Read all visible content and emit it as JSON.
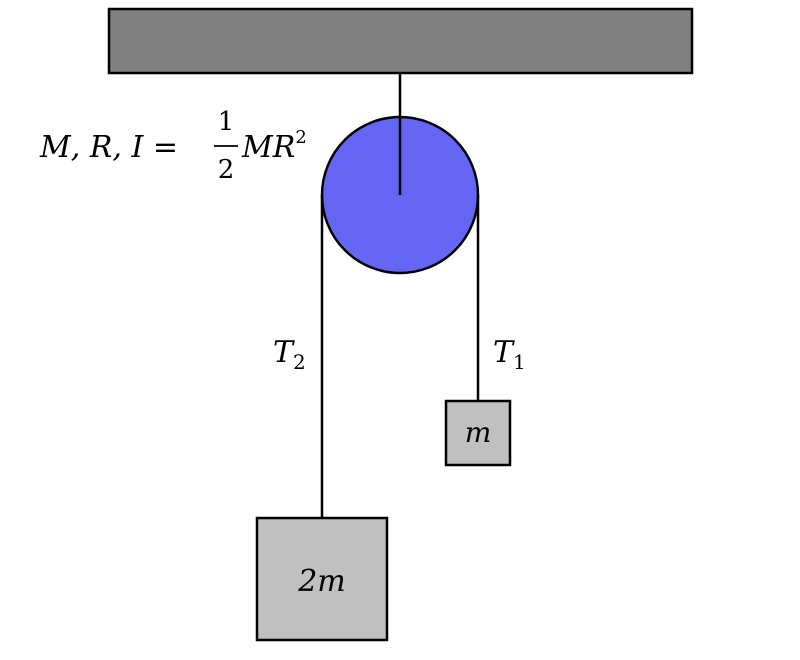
{
  "colors": {
    "ceiling": "#808080",
    "pulley": "#6666f5",
    "mass_box": "#c0c0c0",
    "stroke": "#000000",
    "background": "#ffffff"
  },
  "pulley_label": {
    "prefix": "M, R, I =",
    "frac_num": "1",
    "frac_den": "2",
    "suffix": "MR",
    "exponent": "2"
  },
  "tension_left": {
    "symbol": "T",
    "subscript": "2"
  },
  "tension_right": {
    "symbol": "T",
    "subscript": "1"
  },
  "mass_small": {
    "label": "m"
  },
  "mass_large": {
    "label": "2m"
  }
}
